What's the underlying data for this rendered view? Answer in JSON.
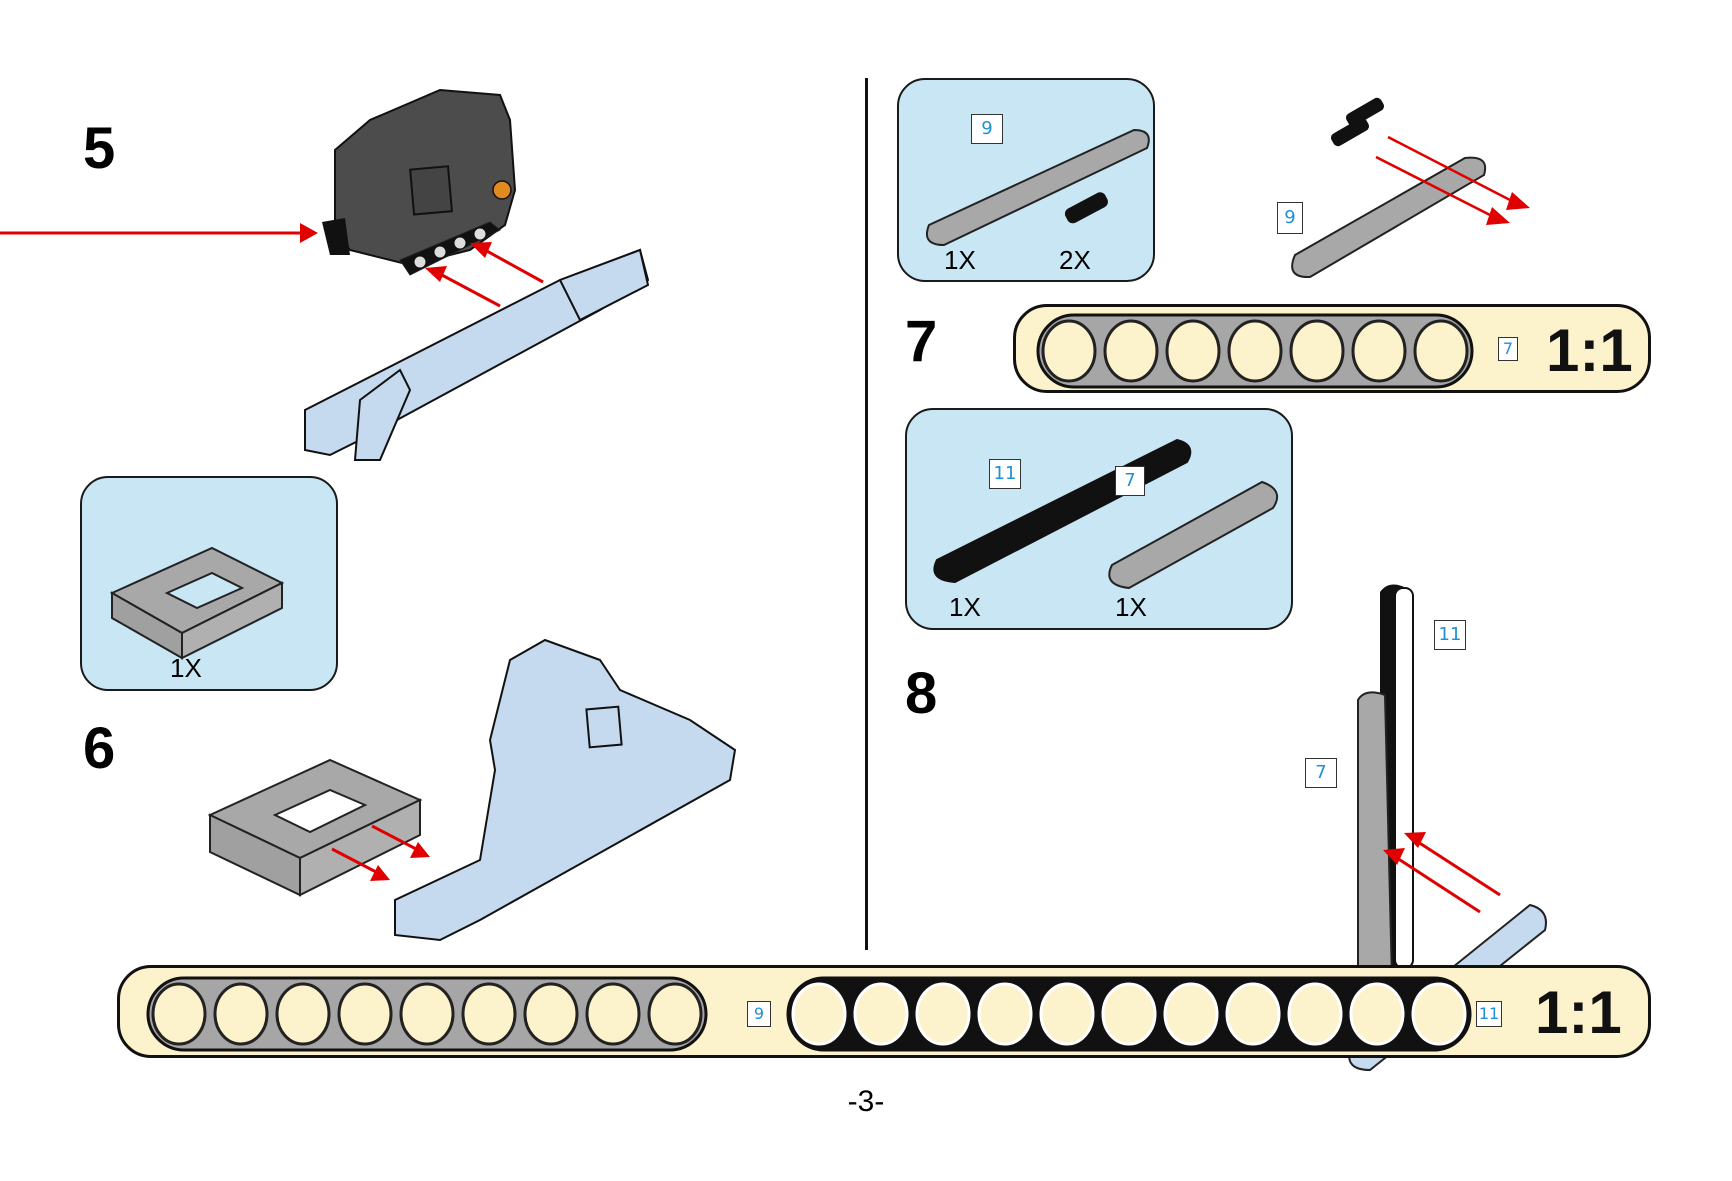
{
  "page": {
    "number": "-3-"
  },
  "steps": [
    {
      "number": "5",
      "parts": []
    },
    {
      "number": "6",
      "parts": [
        {
          "part": "open-frame-brick-5x7",
          "quantity": "1X"
        }
      ]
    },
    {
      "number": "7",
      "parts": [
        {
          "part": "beam-9",
          "length_tag": "9",
          "quantity": "1X"
        },
        {
          "part": "pin-connector",
          "quantity": "2X"
        }
      ],
      "assembly_tag": "9"
    },
    {
      "number": "8",
      "parts": [
        {
          "part": "beam-11",
          "length_tag": "11",
          "quantity": "1X"
        },
        {
          "part": "beam-7",
          "length_tag": "7",
          "quantity": "1X"
        }
      ],
      "assembly_tags": [
        "11",
        "7"
      ]
    }
  ],
  "scale_bars": [
    {
      "ratio": "1:1",
      "beams": [
        {
          "length": 7,
          "tag": "7",
          "color": "#a6a6a6"
        }
      ]
    },
    {
      "ratio": "1:1",
      "beams": [
        {
          "length": 9,
          "tag": "9",
          "color": "#a6a6a6"
        },
        {
          "length": 11,
          "tag": "11",
          "color": "#111111"
        }
      ]
    }
  ],
  "colors": {
    "parts_box_bg": "#c8e6f4",
    "scale_bar_bg": "#fcf2cc",
    "arrow": "#e00000",
    "length_tag_text": "#1e90d6",
    "part_light_blue": "#c5d9ef",
    "part_gray": "#a8a8a8",
    "part_dark": "#4a4a4a"
  }
}
